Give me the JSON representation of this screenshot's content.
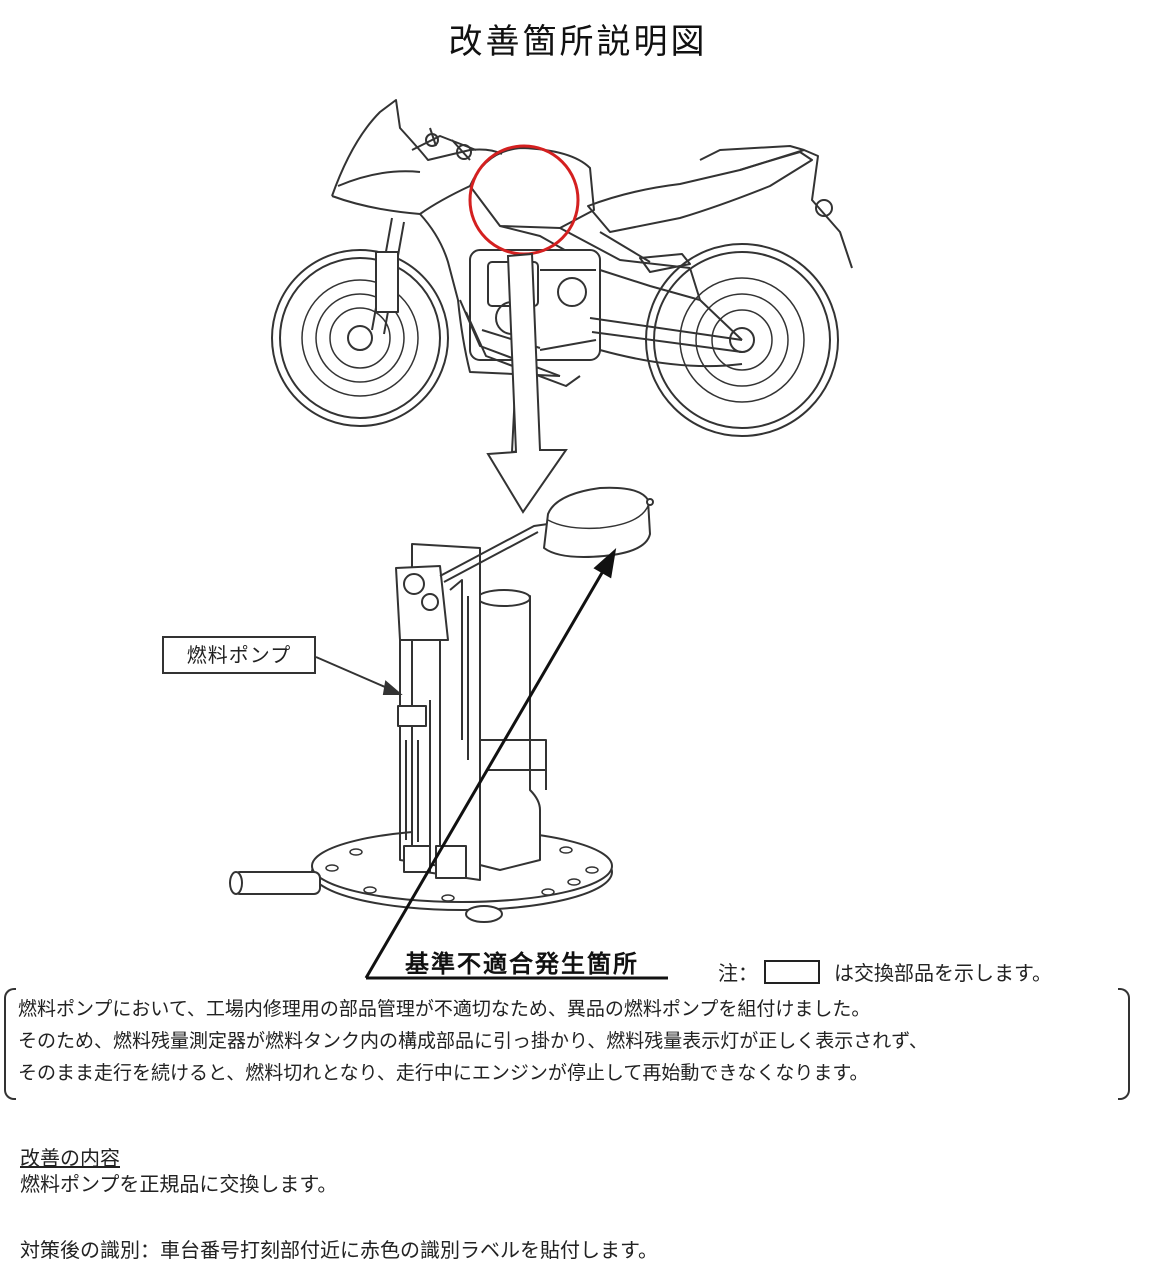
{
  "title": "改善箇所説明図",
  "labels": {
    "fuel_pump": "燃料ポンプ",
    "defect_location": "基準不適合発生箇所"
  },
  "note": {
    "prefix": "注：",
    "suffix": "は交換部品を示します。"
  },
  "description": {
    "line1": "燃料ポンプにおいて、工場内修理用の部品管理が不適切なため、異品の燃料ポンプを組付けました。",
    "line2": "そのため、燃料残量測定器が燃料タンク内の構成部品に引っ掛かり、燃料残量表示灯が正しく表示されず、",
    "line3": "そのまま走行を続けると、燃料切れとなり、走行中にエンジンが停止して再始動できなくなります。"
  },
  "improvement": {
    "heading": "改善の内容",
    "body": "燃料ポンプを正規品に交換します。"
  },
  "identification": "対策後の識別：車台番号打刻部付近に赤色の識別ラベルを貼付します。",
  "colors": {
    "highlight_circle": "#d42020",
    "line_art": "#333333"
  }
}
